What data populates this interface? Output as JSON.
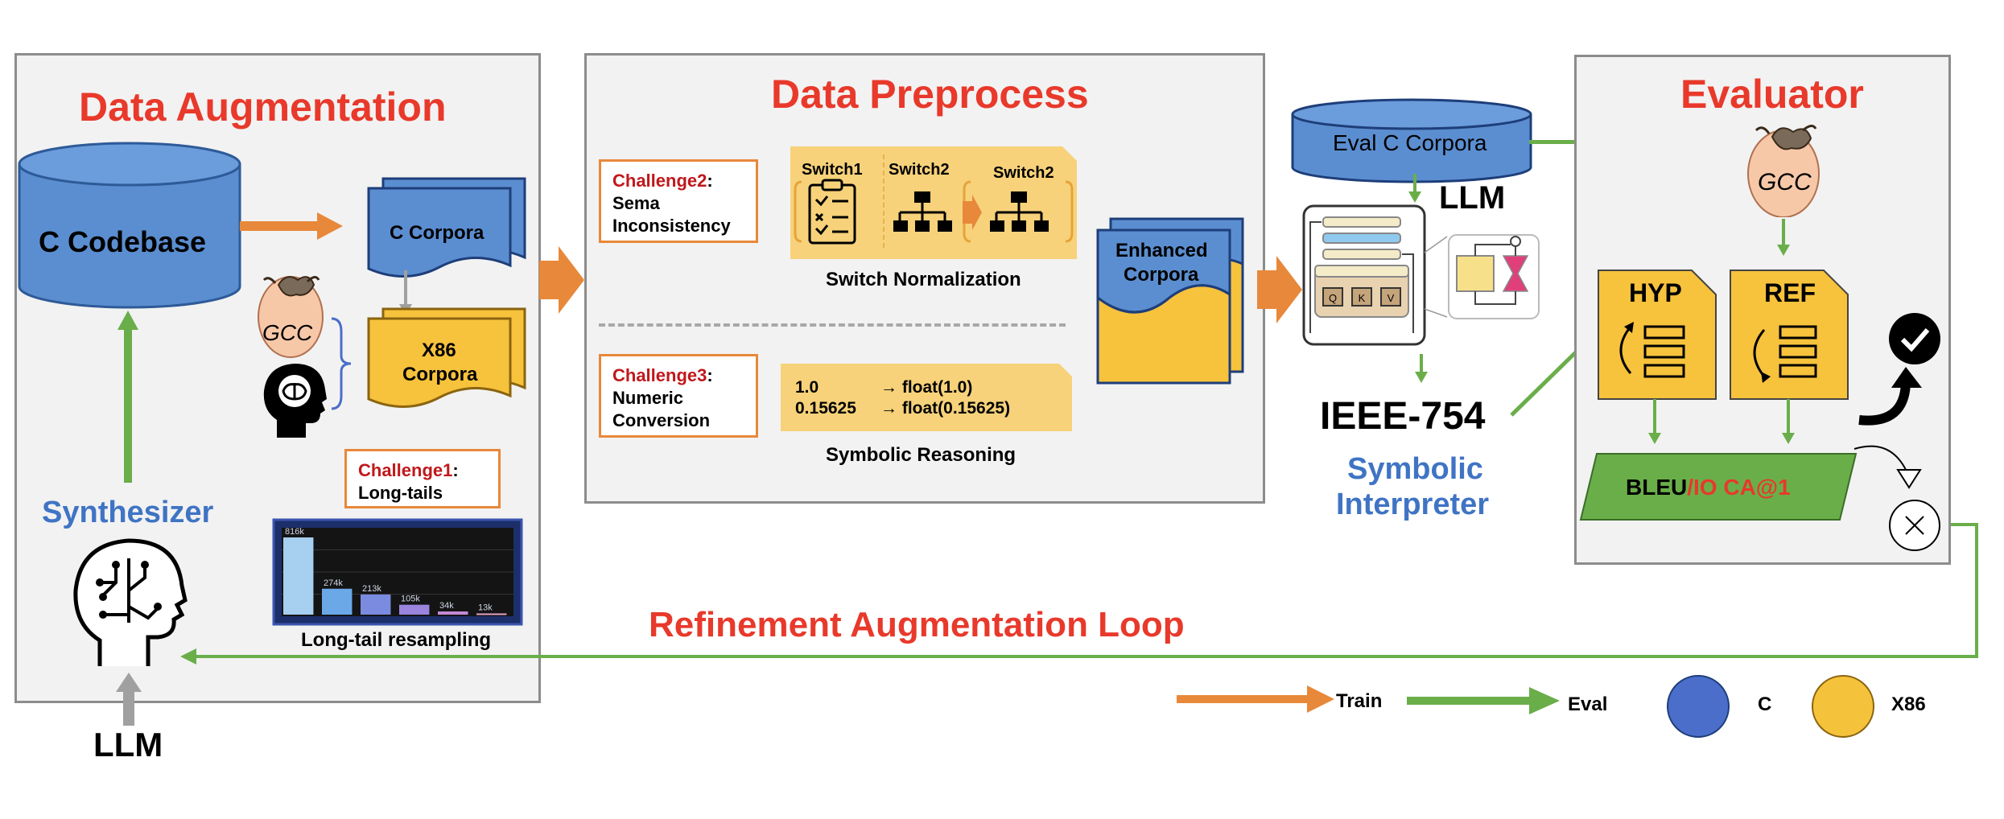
{
  "augmentation": {
    "title": "Data Augmentation",
    "codebase": "C Codebase",
    "c_corpora": "C Corpora",
    "x86_corpora_line1": "X86",
    "x86_corpora_line2": "Corpora",
    "gcc": "GCC",
    "challenge_label": "Challenge1",
    "challenge_colon": ":",
    "challenge_text": "Long-tails",
    "resampling_caption": "Long-tail resampling",
    "synthesizer": "Synthesizer",
    "llm": "LLM"
  },
  "longtail_chart": {
    "type": "bar",
    "values": [
      816,
      274,
      213,
      105,
      34,
      13
    ],
    "labels": [
      "816k",
      "274k",
      "213k",
      "105k",
      "34k",
      "13k"
    ],
    "colors": [
      "#a6cff0",
      "#6aa8e8",
      "#7b8be0",
      "#9a84dc",
      "#c48ad6",
      "#e4a2c8"
    ]
  },
  "preprocess": {
    "title": "Data Preprocess",
    "challenge2_label": "Challenge2",
    "challenge2_colon": ":",
    "challenge2_line1": "Sema",
    "challenge2_line2": "Inconsistency",
    "switch1": "Switch1",
    "switch2a": "Switch2",
    "switch2b": "Switch2",
    "switch_caption": "Switch Normalization",
    "challenge3_label": "Challenge3",
    "challenge3_colon": ":",
    "challenge3_line1": "Numeric",
    "challenge3_line2": "Conversion",
    "num_row1_left": "1.0",
    "num_row1_right": "→ float(1.0)",
    "num_row2_left": "0.15625",
    "num_row2_right": "→ float(0.15625)",
    "symbolic_caption": "Symbolic Reasoning",
    "enhanced_line1": "Enhanced",
    "enhanced_line2": "Corpora"
  },
  "interpreter": {
    "eval_corpora": "Eval C Corpora",
    "llm": "LLM",
    "qkv": [
      "Q",
      "K",
      "V"
    ],
    "ieee": "IEEE-754",
    "symbolic_line1": "Symbolic",
    "symbolic_line2": "Interpreter"
  },
  "evaluator": {
    "title": "Evaluator",
    "gcc": "GCC",
    "hyp": "HYP",
    "ref": "REF",
    "metric_bleu": "BLEU",
    "metric_rest": "/IO CA@1"
  },
  "loop_label": "Refinement Augmentation Loop",
  "legend": {
    "train": "Train",
    "eval": "Eval",
    "c": "C",
    "x86": "X86"
  },
  "colors": {
    "title_red": "#e8392b",
    "blue_db": "#5b8ed0",
    "corpora_yellow": "#f7c23c",
    "train_orange": "#e8883a",
    "eval_green": "#6aae4a",
    "symbolic_blue": "#3f74c4",
    "legend_c": "#4a6ec9",
    "legend_x86": "#f5c23c"
  }
}
